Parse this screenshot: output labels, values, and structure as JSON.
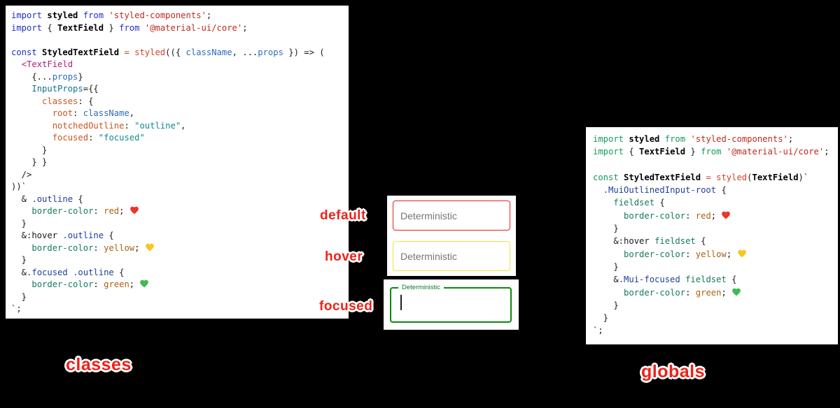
{
  "canvas": {
    "background": "#000000"
  },
  "accent": {
    "label_red": "#ee2218",
    "heart_red": "#e8362d",
    "heart_yellow": "#f4c81d",
    "heart_green": "#3dbb53"
  },
  "left_panel": {
    "caption": "classes",
    "lines": [
      [
        [
          "import",
          "kw"
        ],
        [
          " "
        ],
        [
          "styled",
          "id"
        ],
        [
          " "
        ],
        [
          "from",
          "kw"
        ],
        [
          " "
        ],
        [
          "'styled-components'",
          "str"
        ],
        [
          ";"
        ]
      ],
      [
        [
          "import",
          "kw"
        ],
        [
          " { "
        ],
        [
          "TextField",
          "id"
        ],
        [
          " } "
        ],
        [
          "from",
          "kw"
        ],
        [
          " "
        ],
        [
          "'@material-ui/core'",
          "str"
        ],
        [
          ";"
        ]
      ],
      [],
      [
        [
          "const",
          "kw"
        ],
        [
          " "
        ],
        [
          "StyledTextField",
          "id"
        ],
        [
          " "
        ],
        [
          "=",
          "op"
        ],
        [
          " "
        ],
        [
          "styled",
          "fn"
        ],
        [
          "(({ "
        ],
        [
          "className",
          "var"
        ],
        [
          ", ..."
        ],
        [
          "props",
          "var"
        ],
        [
          " }) => ("
        ]
      ],
      [
        [
          "  "
        ],
        [
          "<TextField",
          "tag"
        ]
      ],
      [
        [
          "    {..."
        ],
        [
          "props",
          "var"
        ],
        [
          "}"
        ]
      ],
      [
        [
          "    "
        ],
        [
          "InputProps",
          "attr"
        ],
        [
          "={{"
        ]
      ],
      [
        [
          "      "
        ],
        [
          "classes",
          "prop"
        ],
        [
          ": {"
        ]
      ],
      [
        [
          "        "
        ],
        [
          "root",
          "prop"
        ],
        [
          ": "
        ],
        [
          "className",
          "var"
        ],
        [
          ","
        ]
      ],
      [
        [
          "        "
        ],
        [
          "notchedOutline",
          "prop"
        ],
        [
          ": "
        ],
        [
          "\"outline\"",
          "str2"
        ],
        [
          ","
        ]
      ],
      [
        [
          "        "
        ],
        [
          "focused",
          "prop"
        ],
        [
          ": "
        ],
        [
          "\"focused\"",
          "str2"
        ]
      ],
      [
        [
          "      }"
        ]
      ],
      [
        [
          "    } }"
        ]
      ],
      [
        [
          "  />"
        ]
      ],
      [
        [
          "))`"
        ]
      ],
      [
        [
          "  & "
        ],
        [
          ".outline",
          "sel"
        ],
        [
          " {"
        ]
      ],
      [
        [
          "    "
        ],
        [
          "border-color",
          "css"
        ],
        [
          ": "
        ],
        [
          "red",
          "val"
        ],
        [
          "; "
        ],
        {
          "h": "#e8362d"
        }
      ],
      [
        [
          "  }"
        ]
      ],
      [
        [
          "  &:hover "
        ],
        [
          ".outline",
          "sel"
        ],
        [
          " {"
        ]
      ],
      [
        [
          "    "
        ],
        [
          "border-color",
          "css"
        ],
        [
          ": "
        ],
        [
          "yellow",
          "val"
        ],
        [
          "; "
        ],
        {
          "h": "#f4c81d"
        }
      ],
      [
        [
          "  }"
        ]
      ],
      [
        [
          "  &"
        ],
        [
          ".focused",
          "sel"
        ],
        [
          " "
        ],
        [
          ".outline",
          "sel"
        ],
        [
          " {"
        ]
      ],
      [
        [
          "    "
        ],
        [
          "border-color",
          "css"
        ],
        [
          ": "
        ],
        [
          "green",
          "val"
        ],
        [
          "; "
        ],
        {
          "h": "#3dbb53"
        }
      ],
      [
        [
          "  }"
        ]
      ],
      [
        [
          "`;"
        ]
      ]
    ]
  },
  "right_panel": {
    "caption": "globals",
    "lines": [
      [
        [
          "import",
          "kw"
        ],
        [
          " "
        ],
        [
          "styled",
          "id"
        ],
        [
          " "
        ],
        [
          "from",
          "kw"
        ],
        [
          " "
        ],
        [
          "'styled-components'",
          "str"
        ],
        [
          ";"
        ]
      ],
      [
        [
          "import",
          "kw"
        ],
        [
          " { "
        ],
        [
          "TextField",
          "id"
        ],
        [
          " } "
        ],
        [
          "from",
          "kw"
        ],
        [
          " "
        ],
        [
          "'@material-ui/core'",
          "str"
        ],
        [
          ";"
        ]
      ],
      [],
      [
        [
          "const",
          "kw"
        ],
        [
          " "
        ],
        [
          "StyledTextField",
          "id"
        ],
        [
          " "
        ],
        [
          "=",
          "op"
        ],
        [
          " "
        ],
        [
          "styled",
          "fn"
        ],
        [
          "("
        ],
        [
          "TextField",
          "id"
        ],
        [
          ")`"
        ]
      ],
      [
        [
          "  "
        ],
        [
          ".MuiOutlinedInput-root",
          "sel"
        ],
        [
          " {"
        ]
      ],
      [
        [
          "    "
        ],
        [
          "fieldset",
          "css"
        ],
        [
          " {"
        ]
      ],
      [
        [
          "      "
        ],
        [
          "border-color",
          "css"
        ],
        [
          ": "
        ],
        [
          "red",
          "val"
        ],
        [
          "; "
        ],
        {
          "h": "#e8362d"
        }
      ],
      [
        [
          "    }"
        ]
      ],
      [
        [
          "    &:hover "
        ],
        [
          "fieldset",
          "css"
        ],
        [
          " {"
        ]
      ],
      [
        [
          "      "
        ],
        [
          "border-color",
          "css"
        ],
        [
          ": "
        ],
        [
          "yellow",
          "val"
        ],
        [
          "; "
        ],
        {
          "h": "#f4c81d"
        }
      ],
      [
        [
          "    }"
        ]
      ],
      [
        [
          "    &"
        ],
        [
          ".Mui-focused",
          "sel"
        ],
        [
          " "
        ],
        [
          "fieldset",
          "css"
        ],
        [
          " {"
        ]
      ],
      [
        [
          "      "
        ],
        [
          "border-color",
          "css"
        ],
        [
          ": "
        ],
        [
          "green",
          "val"
        ],
        [
          "; "
        ],
        {
          "h": "#3dbb53"
        }
      ],
      [
        [
          "    }"
        ]
      ],
      [
        [
          "  }"
        ]
      ],
      [
        [
          "`;"
        ]
      ]
    ]
  },
  "demo": {
    "fields": [
      {
        "state_label": "default",
        "value": "Deterministic",
        "border_color": "#ee1c1c",
        "border_width": 1
      },
      {
        "state_label": "hover",
        "value": "Deterministic",
        "border_color": "#ece53d",
        "border_width": 1
      },
      {
        "state_label": "focused",
        "value": "Deterministic",
        "border_color": "#0a8a0a",
        "border_width": 2,
        "label_color": "#0b7a2a",
        "focused": true
      }
    ]
  }
}
